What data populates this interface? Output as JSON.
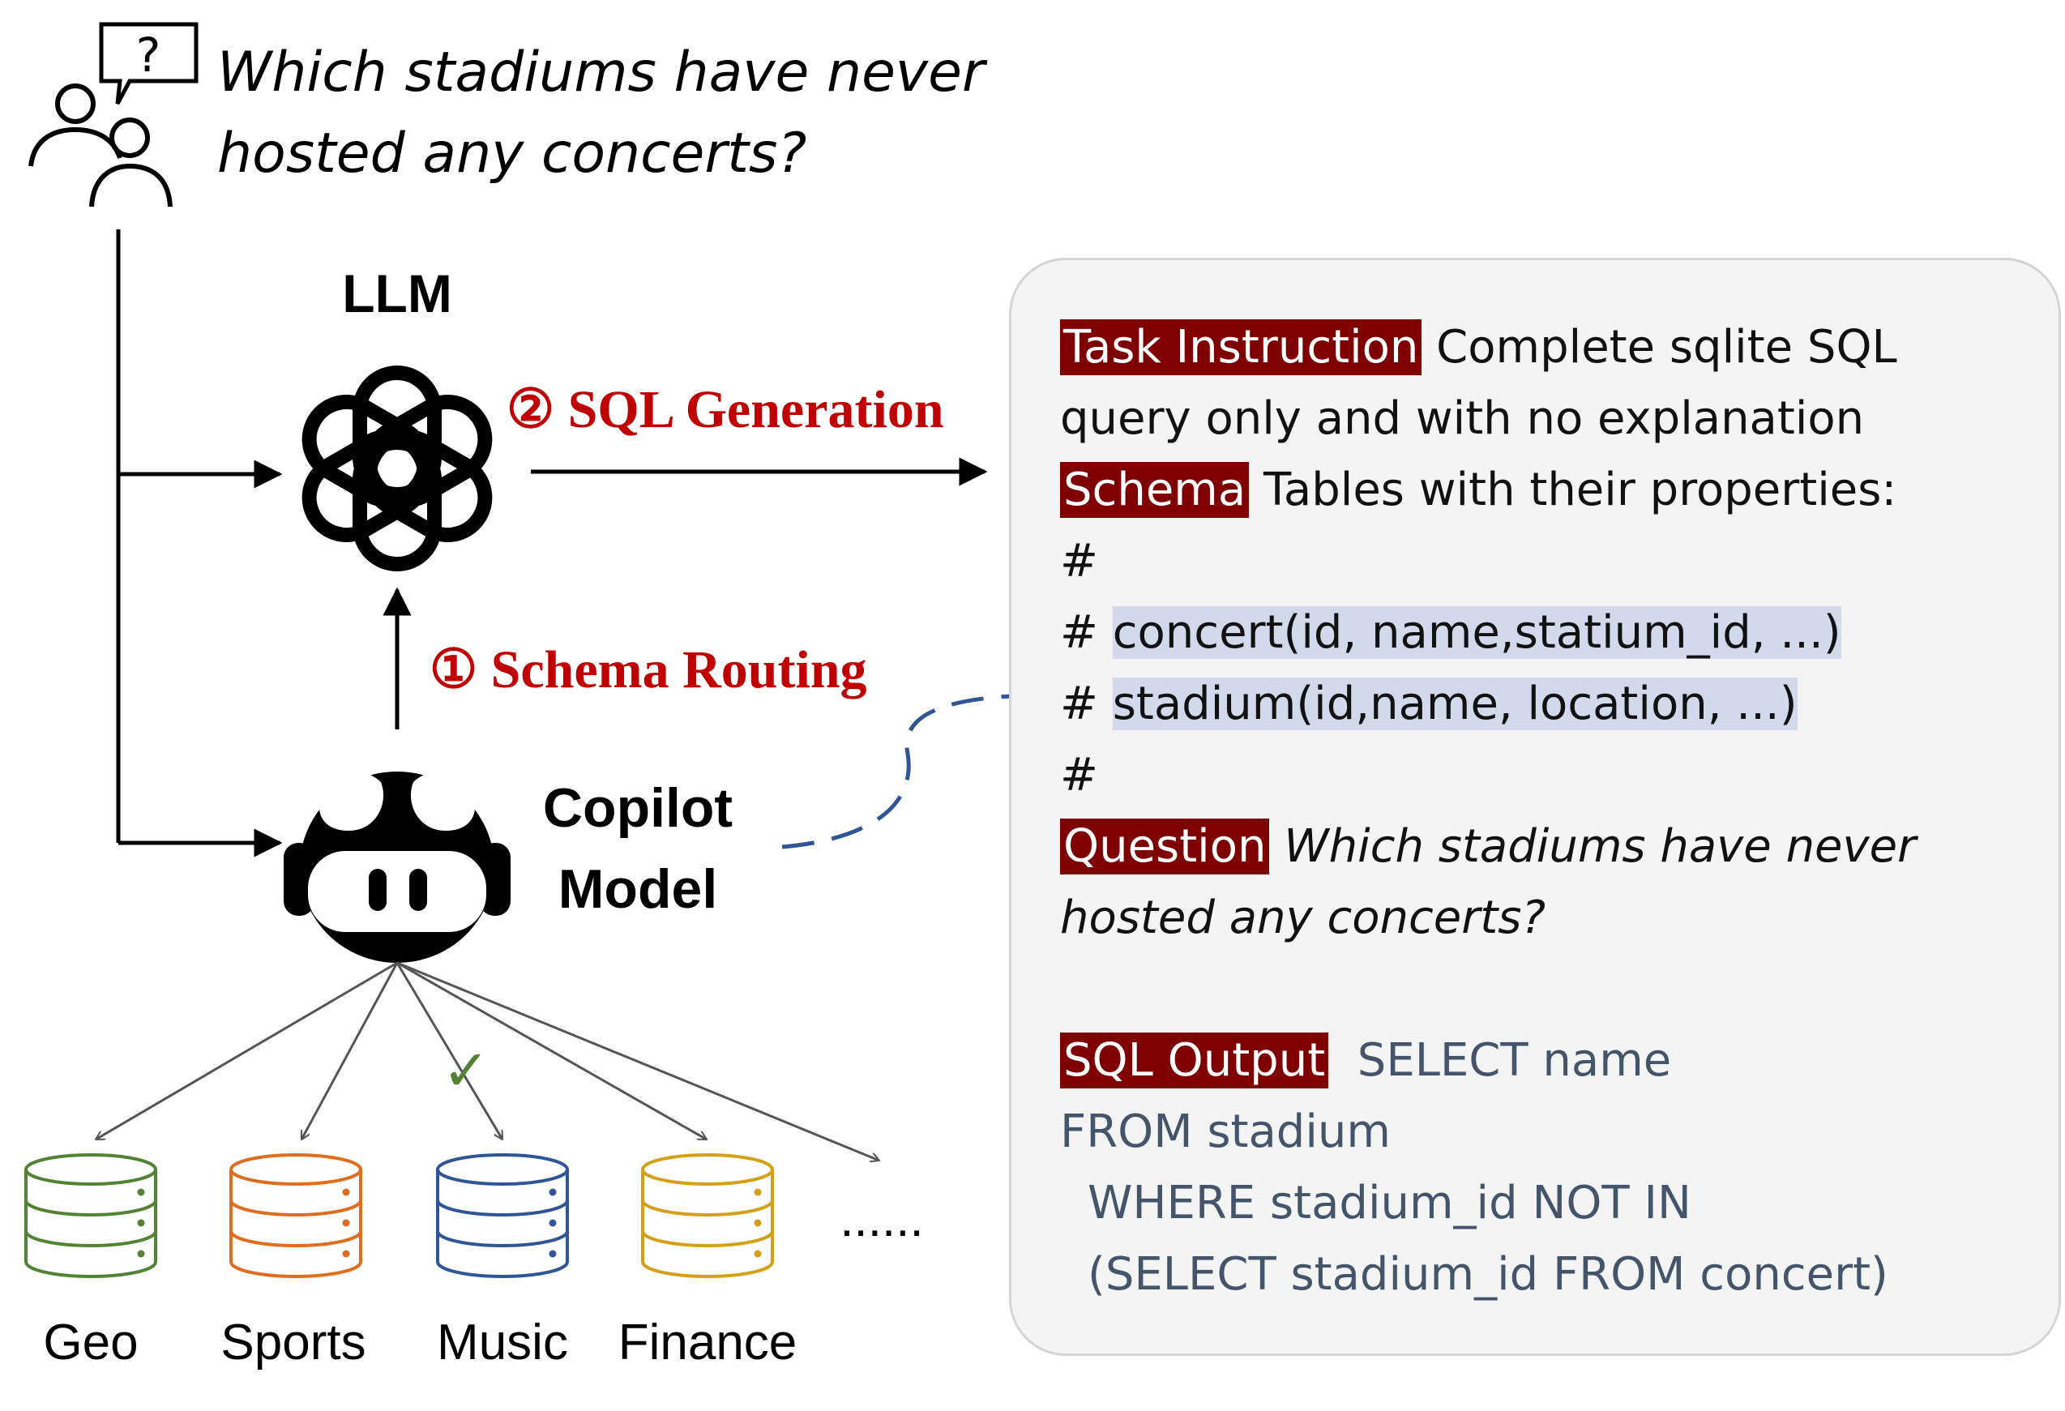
{
  "question": {
    "line1": "Which stadiums have never",
    "line2": "hosted any concerts?",
    "bubble_mark": "?"
  },
  "llm": {
    "label": "LLM"
  },
  "steps": {
    "sql_generation": "② SQL Generation",
    "schema_routing": "① Schema Routing"
  },
  "copilot": {
    "line1": "Copilot",
    "line2": "Model"
  },
  "databases": [
    {
      "label": "Geo",
      "color": "#548235"
    },
    {
      "label": "Sports",
      "color": "#e06c1f"
    },
    {
      "label": "Music",
      "color": "#2f5597",
      "selected": true
    },
    {
      "label": "Finance",
      "color": "#d4a017"
    }
  ],
  "more_label": "......",
  "check_mark": "✓",
  "prompt": {
    "task_tag": "Task Instruction",
    "task_text_1": " Complete sqlite SQL",
    "task_text_2": "query only and with no explanation",
    "schema_tag": "Schema",
    "schema_text": " Tables with their properties:",
    "hash": "#",
    "hash_prefix": "# ",
    "schema_concert": "concert(id, name,statium_id, ...)",
    "schema_stadium": "stadium(id,name, location, ...)",
    "question_tag": "Question",
    "question_text_1": "Which stadiums have never",
    "question_text_2": "hosted any concerts?",
    "sql_tag": "SQL Output",
    "sql_1": "SELECT name",
    "sql_2": "FROM stadium",
    "sql_3": "WHERE stadium_id NOT IN",
    "sql_4": "(SELECT stadium_id FROM concert)"
  },
  "colors": {
    "step_red": "#c00000",
    "tag_bg": "#7f0000",
    "highlight": "#d3d9ea",
    "sql_text": "#44546a",
    "dashed_arrow": "#2f5597",
    "check": "#548235"
  }
}
